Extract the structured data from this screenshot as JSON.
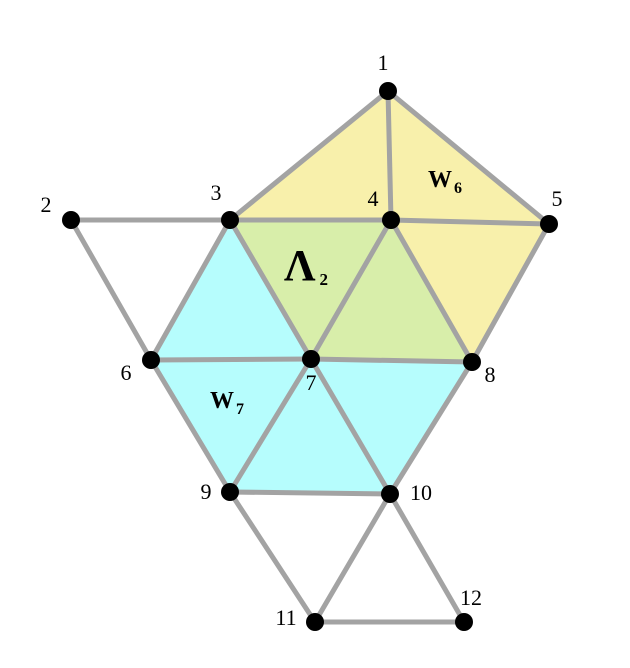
{
  "colors": {
    "yellow": "#f8f0ab",
    "green": "#d8eeaa",
    "cyan": "#b6fdfd",
    "edge": "#a3a3a3",
    "node": "#000000"
  },
  "nodes": [
    {
      "id": "1",
      "label": "1"
    },
    {
      "id": "2",
      "label": "2"
    },
    {
      "id": "3",
      "label": "3"
    },
    {
      "id": "4",
      "label": "4"
    },
    {
      "id": "5",
      "label": "5"
    },
    {
      "id": "6",
      "label": "6"
    },
    {
      "id": "7",
      "label": "7"
    },
    {
      "id": "8",
      "label": "8"
    },
    {
      "id": "9",
      "label": "9"
    },
    {
      "id": "10",
      "label": "10"
    },
    {
      "id": "11",
      "label": "11"
    },
    {
      "id": "12",
      "label": "12"
    }
  ],
  "edges": [
    [
      "1",
      "3"
    ],
    [
      "1",
      "4"
    ],
    [
      "1",
      "5"
    ],
    [
      "2",
      "3"
    ],
    [
      "2",
      "6"
    ],
    [
      "3",
      "4"
    ],
    [
      "4",
      "5"
    ],
    [
      "3",
      "6"
    ],
    [
      "3",
      "7"
    ],
    [
      "4",
      "7"
    ],
    [
      "4",
      "8"
    ],
    [
      "5",
      "8"
    ],
    [
      "6",
      "7"
    ],
    [
      "7",
      "8"
    ],
    [
      "6",
      "9"
    ],
    [
      "7",
      "9"
    ],
    [
      "7",
      "10"
    ],
    [
      "8",
      "10"
    ],
    [
      "9",
      "10"
    ],
    [
      "9",
      "11"
    ],
    [
      "10",
      "11"
    ],
    [
      "10",
      "12"
    ],
    [
      "11",
      "12"
    ]
  ],
  "regions": {
    "yellow": [
      [
        "1",
        "3",
        "4"
      ],
      [
        "1",
        "4",
        "5"
      ],
      [
        "4",
        "5",
        "8"
      ]
    ],
    "green": [
      [
        "3",
        "4",
        "7"
      ],
      [
        "4",
        "7",
        "8"
      ]
    ],
    "cyan": [
      [
        "3",
        "6",
        "7"
      ],
      [
        "6",
        "7",
        "9"
      ],
      [
        "7",
        "9",
        "10"
      ],
      [
        "7",
        "8",
        "10"
      ]
    ]
  },
  "region_labels": {
    "w6": {
      "main": "W",
      "sub": "6"
    },
    "lambda2": {
      "main": "Λ",
      "sub": "2"
    },
    "w7": {
      "main": "W",
      "sub": "7"
    }
  }
}
